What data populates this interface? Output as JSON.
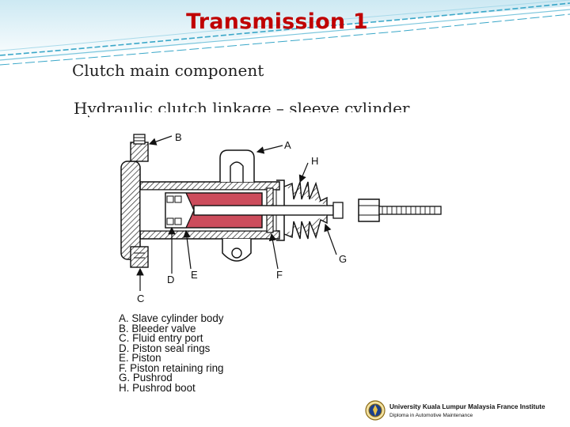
{
  "slide": {
    "title": "Transmission 1",
    "subtitle": "Clutch main component",
    "heading": "Hydraulic clutch linkage – sleeve cylinder"
  },
  "diagram": {
    "callouts": {
      "a": "A",
      "b": "B",
      "c": "C",
      "d": "D",
      "e": "E",
      "f": "F",
      "g": "G",
      "h": "H"
    },
    "legend": [
      "A. Slave cylinder body",
      "B. Bleeder valve",
      "C. Fluid entry port",
      "D. Piston seal rings",
      "E. Piston",
      "F. Piston retaining ring",
      "G. Pushrod",
      "H. Pushrod boot"
    ]
  },
  "footer": {
    "institution": "University Kuala Lumpur Malaysia France Institute",
    "program": "Diploma in Automotive Maintenance",
    "seal_icon": "university-seal-icon"
  },
  "colors": {
    "title": "#c00000",
    "wave": "#3aa7c8",
    "piston": "#cc4c5c"
  }
}
